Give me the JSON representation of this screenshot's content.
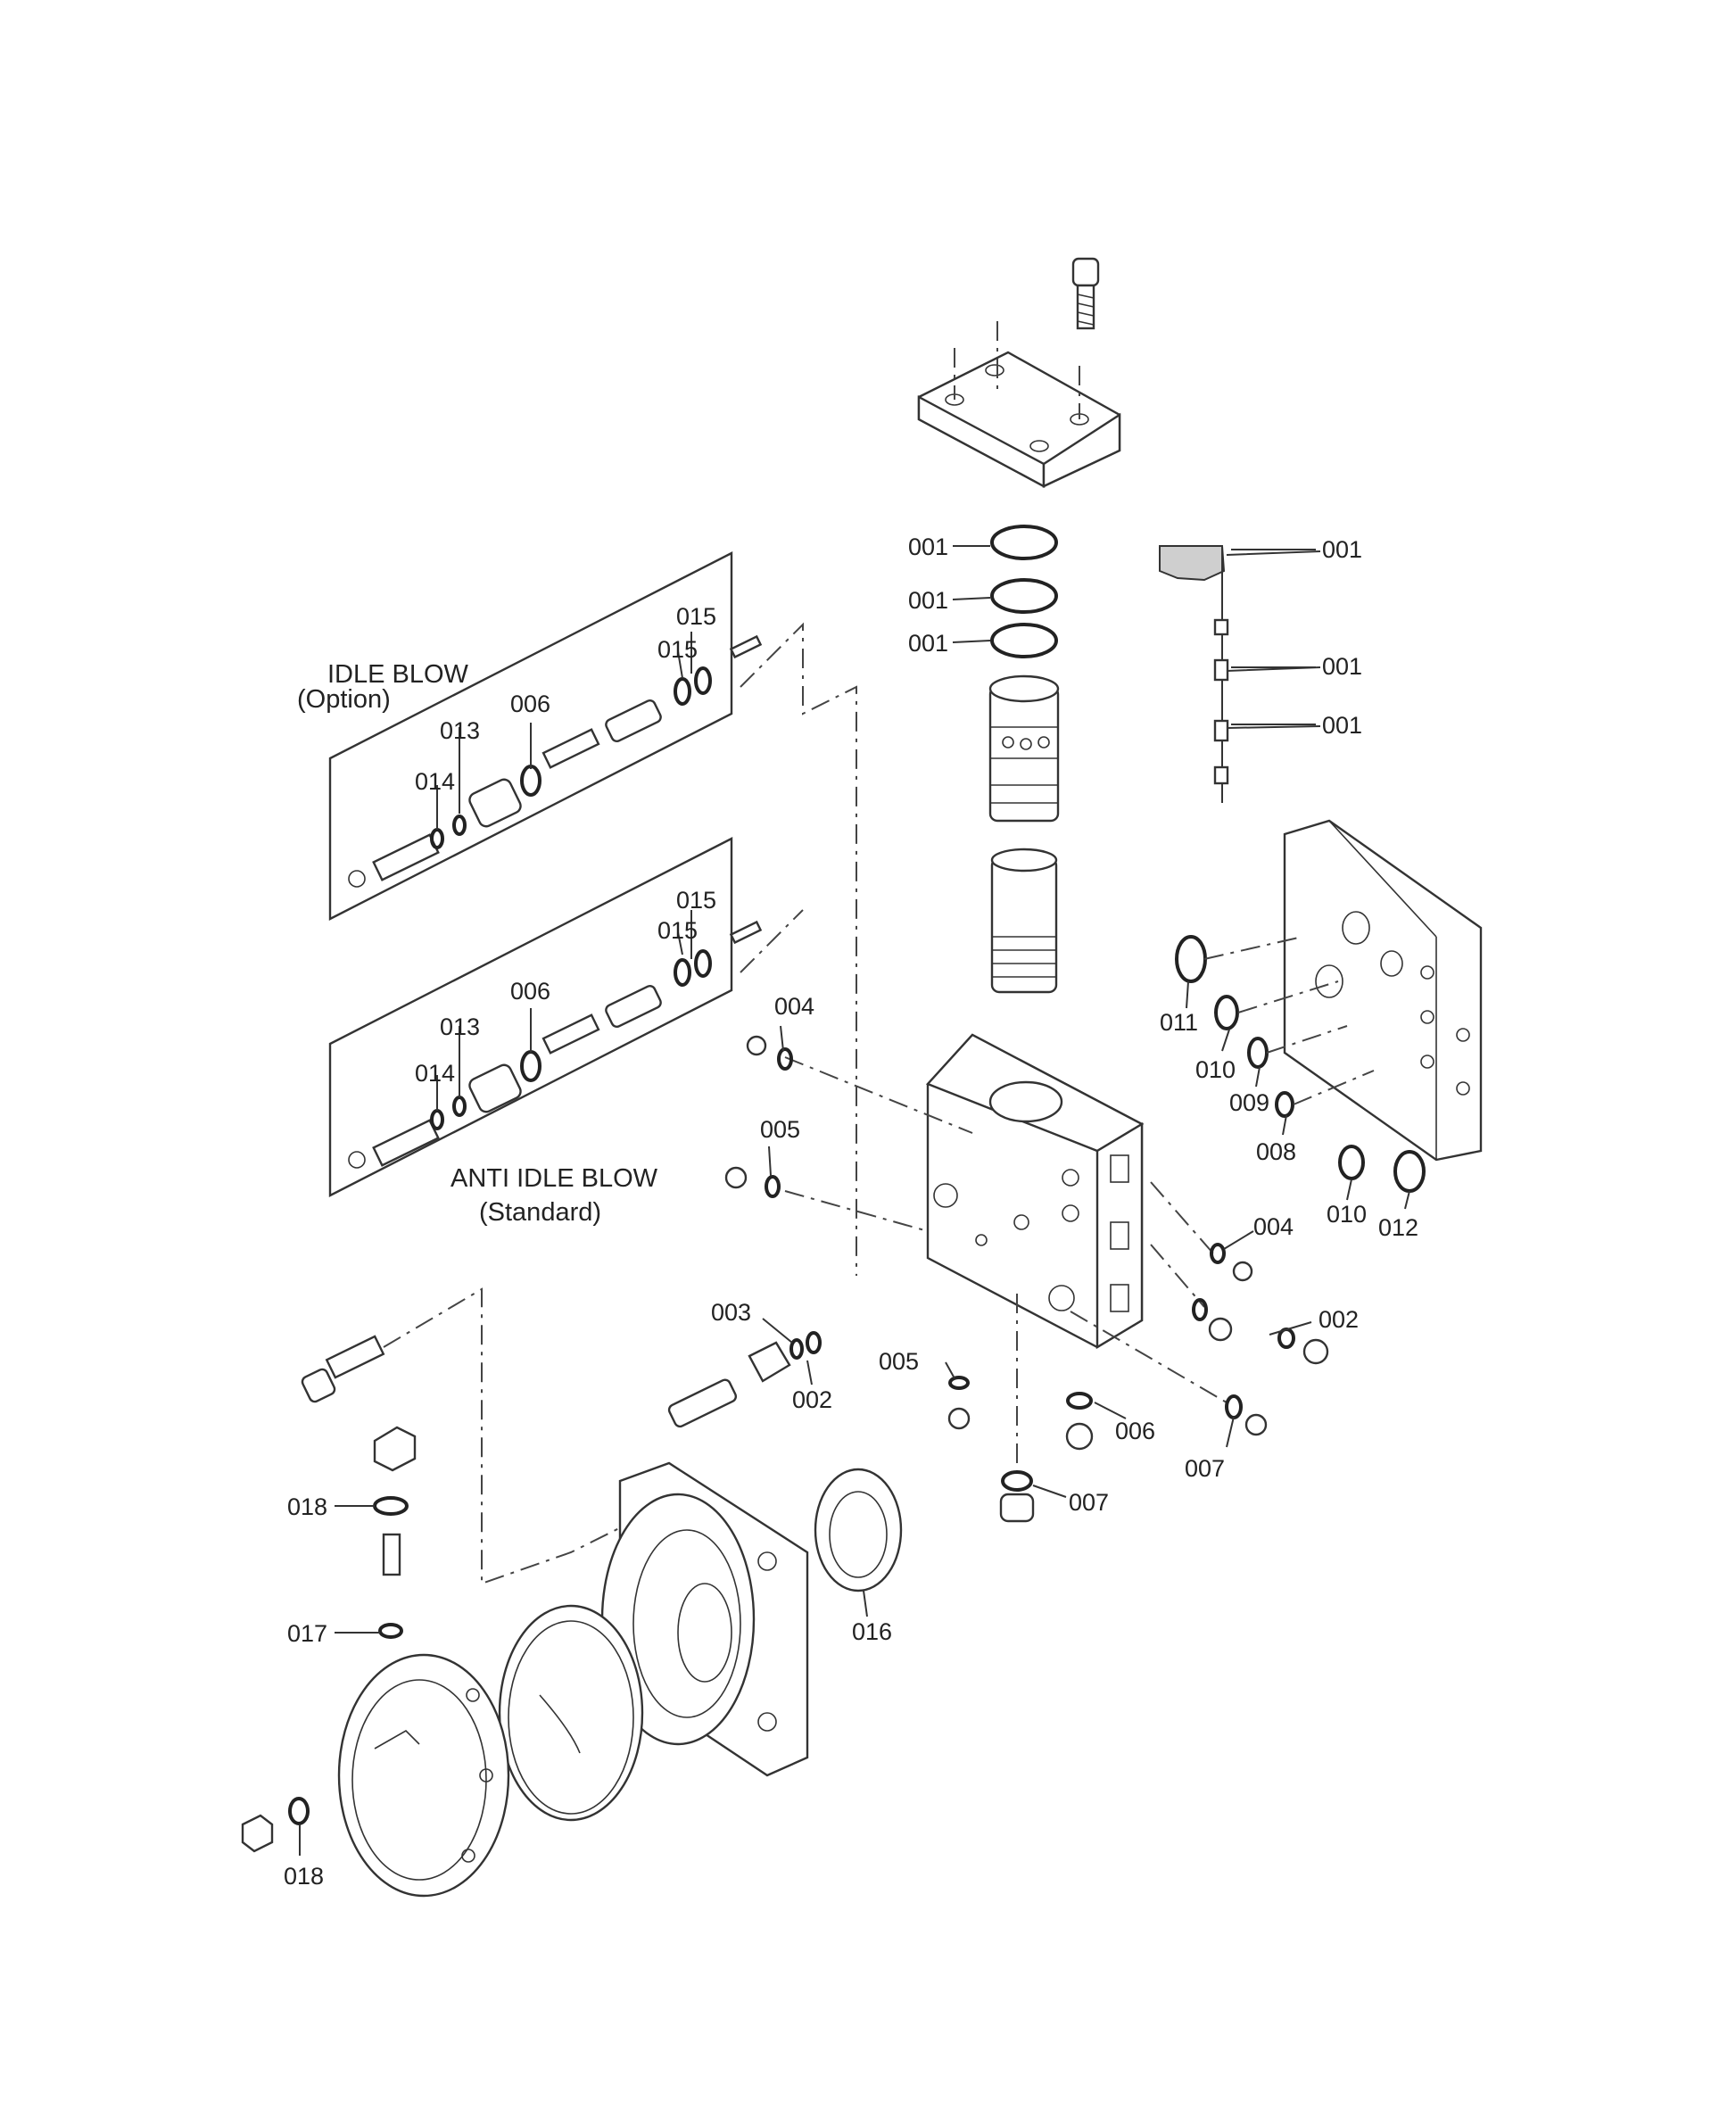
{
  "diagram": {
    "captions": {
      "idle_blow": "IDLE BLOW",
      "idle_blow_option": "(Option)",
      "anti_idle_blow": "ANTI IDLE BLOW",
      "anti_idle_blow_standard": "(Standard)"
    },
    "part_labels": [
      "001",
      "001",
      "001",
      "001",
      "001",
      "001",
      "015",
      "015",
      "006",
      "013",
      "014",
      "015",
      "015",
      "006",
      "013",
      "014",
      "004",
      "005",
      "011",
      "010",
      "009",
      "008",
      "010",
      "012",
      "004",
      "003",
      "002",
      "002",
      "005",
      "006",
      "007",
      "007",
      "018",
      "017",
      "016",
      "018"
    ]
  }
}
